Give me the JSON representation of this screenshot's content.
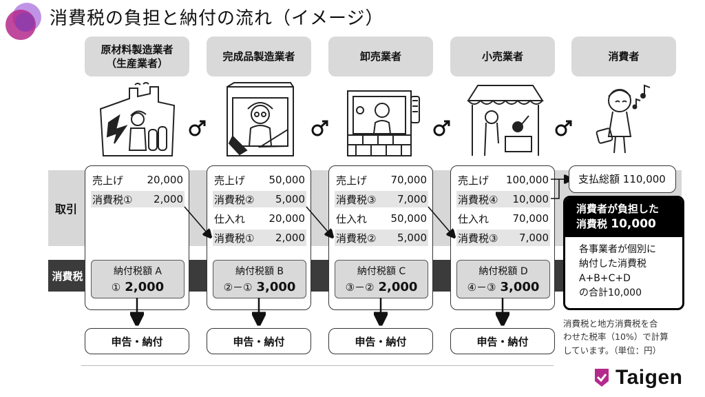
{
  "title": "消費税の負担と納付の流れ（イメージ）",
  "brand": {
    "name": "Taigen",
    "color": "#b42a8c"
  },
  "row_labels": {
    "trade": "取引",
    "tax": "消費税"
  },
  "stages": [
    {
      "header": "原材料製造業者\n（生産業者）",
      "rows": [
        {
          "label": "売上げ",
          "value": "20,000"
        },
        {
          "label": "消費税①",
          "value": "2,000"
        }
      ],
      "tax_title": "納付税額 A",
      "tax_formula": "①",
      "tax_amount": "2,000",
      "filing": "申告・納付"
    },
    {
      "header": "完成品製造業者",
      "rows": [
        {
          "label": "売上げ",
          "value": "50,000"
        },
        {
          "label": "消費税②",
          "value": "5,000"
        },
        {
          "label": "仕入れ",
          "value": "20,000"
        },
        {
          "label": "消費税①",
          "value": "2,000"
        }
      ],
      "tax_title": "納付税額 B",
      "tax_formula": "②－①",
      "tax_amount": "3,000",
      "filing": "申告・納付"
    },
    {
      "header": "卸売業者",
      "rows": [
        {
          "label": "売上げ",
          "value": "70,000"
        },
        {
          "label": "消費税③",
          "value": "7,000"
        },
        {
          "label": "仕入れ",
          "value": "50,000"
        },
        {
          "label": "消費税②",
          "value": "5,000"
        }
      ],
      "tax_title": "納付税額 C",
      "tax_formula": "③－②",
      "tax_amount": "2,000",
      "filing": "申告・納付"
    },
    {
      "header": "小売業者",
      "rows": [
        {
          "label": "売上げ",
          "value": "100,000"
        },
        {
          "label": "消費税④",
          "value": "10,000"
        },
        {
          "label": "仕入れ",
          "value": "70,000"
        },
        {
          "label": "消費税③",
          "value": "7,000"
        }
      ],
      "tax_title": "納付税額 D",
      "tax_formula": "④－③",
      "tax_amount": "3,000",
      "filing": "申告・納付"
    }
  ],
  "consumer": {
    "header": "消費者",
    "payment_label": "支払総額",
    "payment_value": "110,000",
    "burden_line1": "消費者が負担した",
    "burden_line2_label": "消費税",
    "burden_line2_value": "10,000",
    "detail": "各事業者が個別に\n納付した消費税\nA+B+C+D\nの合計10,000"
  },
  "note": "消費税と地方消費税を合\nわせた税率（10%）で計算\nしています。（単位：円）"
}
